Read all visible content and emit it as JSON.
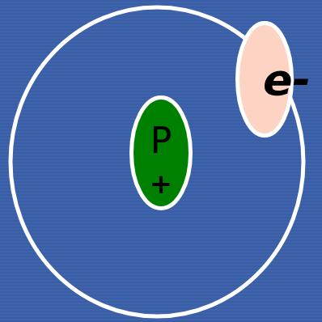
{
  "diagram": {
    "nodes": [
      {
        "text": [
          "P",
          "+"
        ]
      },
      {
        "text": [
          "e-"
        ]
      }
    ]
  }
}
